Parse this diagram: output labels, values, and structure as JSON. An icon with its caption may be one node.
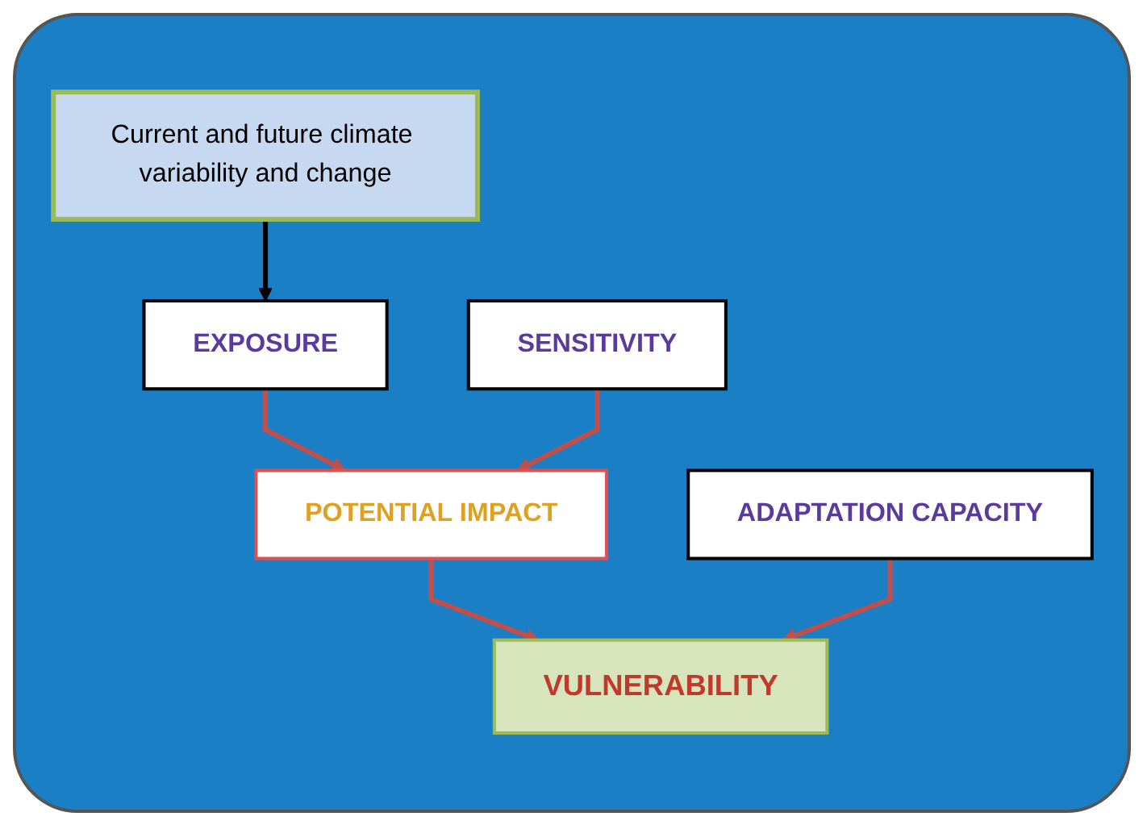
{
  "diagram": {
    "nodes": [
      {
        "text": [
          "Current and future climate variability and change"
        ]
      },
      {
        "text": [
          "EXPOSURE"
        ]
      },
      {
        "text": [
          "SENSITIVITY"
        ]
      },
      {
        "text": [
          "POTENTIAL IMPACT"
        ]
      },
      {
        "text": [
          "ADAPTATION CAPACITY"
        ]
      },
      {
        "text": [
          "VULNERABILITY"
        ]
      }
    ],
    "edges": [
      {
        "from": 0,
        "to": 1,
        "arrow": "to",
        "color": "#000000"
      },
      {
        "from": 1,
        "to": 3,
        "arrow": "to"
      },
      {
        "from": 2,
        "to": 3,
        "arrow": "to"
      },
      {
        "from": 3,
        "to": 5,
        "arrow": "to"
      },
      {
        "from": 4,
        "to": 5,
        "arrow": "to"
      }
    ]
  }
}
